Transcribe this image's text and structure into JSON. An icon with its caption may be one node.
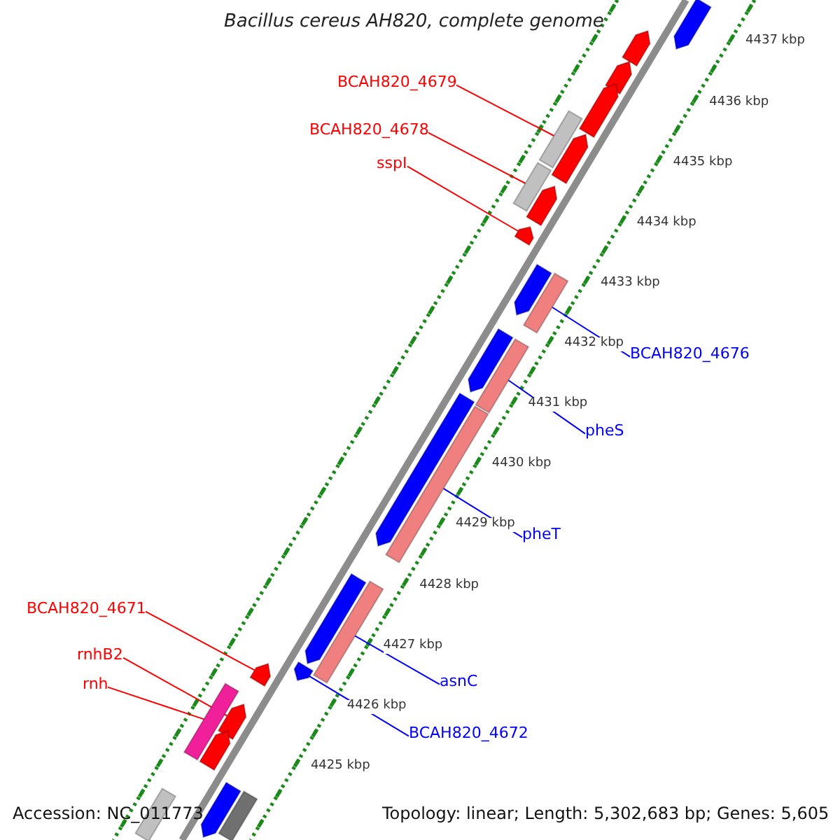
{
  "diagram": {
    "title": "Bacillus cereus AH820, complete genome",
    "nodes": [
      {
        "text": [
          "BCAH820_4679"
        ]
      },
      {
        "text": [
          "BCAH820_4678"
        ]
      },
      {
        "text": [
          "sspI"
        ]
      },
      {
        "text": [
          "BCAH820_4676"
        ]
      },
      {
        "text": [
          "pheS"
        ]
      },
      {
        "text": [
          "pheT"
        ]
      },
      {
        "text": [
          "BCAH820_4671"
        ]
      },
      {
        "text": [
          "rnhB2"
        ]
      },
      {
        "text": [
          "asnC"
        ]
      },
      {
        "text": [
          "rnh"
        ]
      },
      {
        "text": [
          "BCAH820_4672"
        ]
      },
      {
        "text": [],
        "shape": "arrow"
      },
      {
        "text": [],
        "shape": "arrow"
      },
      {
        "text": [],
        "shape": "arrow"
      },
      {
        "text": [],
        "shape": "arrow"
      },
      {
        "text": [],
        "shape": "bar"
      },
      {
        "text": [],
        "shape": "arrow"
      },
      {
        "text": [],
        "shape": "bar"
      },
      {
        "text": [],
        "shape": "arrow"
      },
      {
        "text": [],
        "shape": "arrow"
      },
      {
        "text": [],
        "shape": "arrow"
      },
      {
        "text": [],
        "shape": "bar"
      },
      {
        "text": [],
        "shape": "arrow"
      },
      {
        "text": [],
        "shape": "bar"
      },
      {
        "text": [],
        "shape": "arrow"
      },
      {
        "text": [],
        "shape": "bar"
      },
      {
        "text": [],
        "shape": "arrow"
      },
      {
        "text": [],
        "shape": "bar"
      },
      {
        "text": [],
        "shape": "arrow"
      },
      {
        "text": [],
        "shape": "arrow"
      },
      {
        "text": [],
        "shape": "bar"
      },
      {
        "text": [],
        "shape": "arrow"
      },
      {
        "text": [],
        "shape": "arrow"
      },
      {
        "text": [],
        "shape": "arrow"
      },
      {
        "text": [],
        "shape": "bar"
      },
      {
        "text": [],
        "shape": "bar"
      }
    ],
    "edges": [
      {
        "from": 0,
        "to": 15,
        "arrow": "none"
      },
      {
        "from": 1,
        "to": 17,
        "arrow": "none"
      },
      {
        "from": 2,
        "to": 19,
        "arrow": "none"
      },
      {
        "from": 3,
        "to": 21,
        "arrow": "none",
        "color": "#0000ff"
      },
      {
        "from": 4,
        "to": 23,
        "arrow": "none",
        "color": "#0000ff"
      },
      {
        "from": 5,
        "to": 25,
        "arrow": "none",
        "color": "#0000ff"
      },
      {
        "from": 6,
        "to": 28,
        "arrow": "none"
      },
      {
        "from": 7,
        "to": 31,
        "arrow": "none"
      },
      {
        "from": 8,
        "to": 27,
        "arrow": "none",
        "color": "#0000ff"
      },
      {
        "from": 9,
        "to": 30,
        "arrow": "none"
      },
      {
        "from": 10,
        "to": 29,
        "arrow": "none",
        "color": "#0000ff"
      }
    ],
    "labels": [
      "4437 kbp",
      "4436 kbp",
      "4435 kbp",
      "4434 kbp",
      "4433 kbp",
      "4432 kbp",
      "4431 kbp",
      "4430 kbp",
      "4429 kbp",
      "4428 kbp",
      "4427 kbp",
      "4426 kbp",
      "4425 kbp",
      "Accession: NC_011773",
      "Topology: linear; Length: 5,302,683 bp; Genes: 5,605"
    ]
  }
}
